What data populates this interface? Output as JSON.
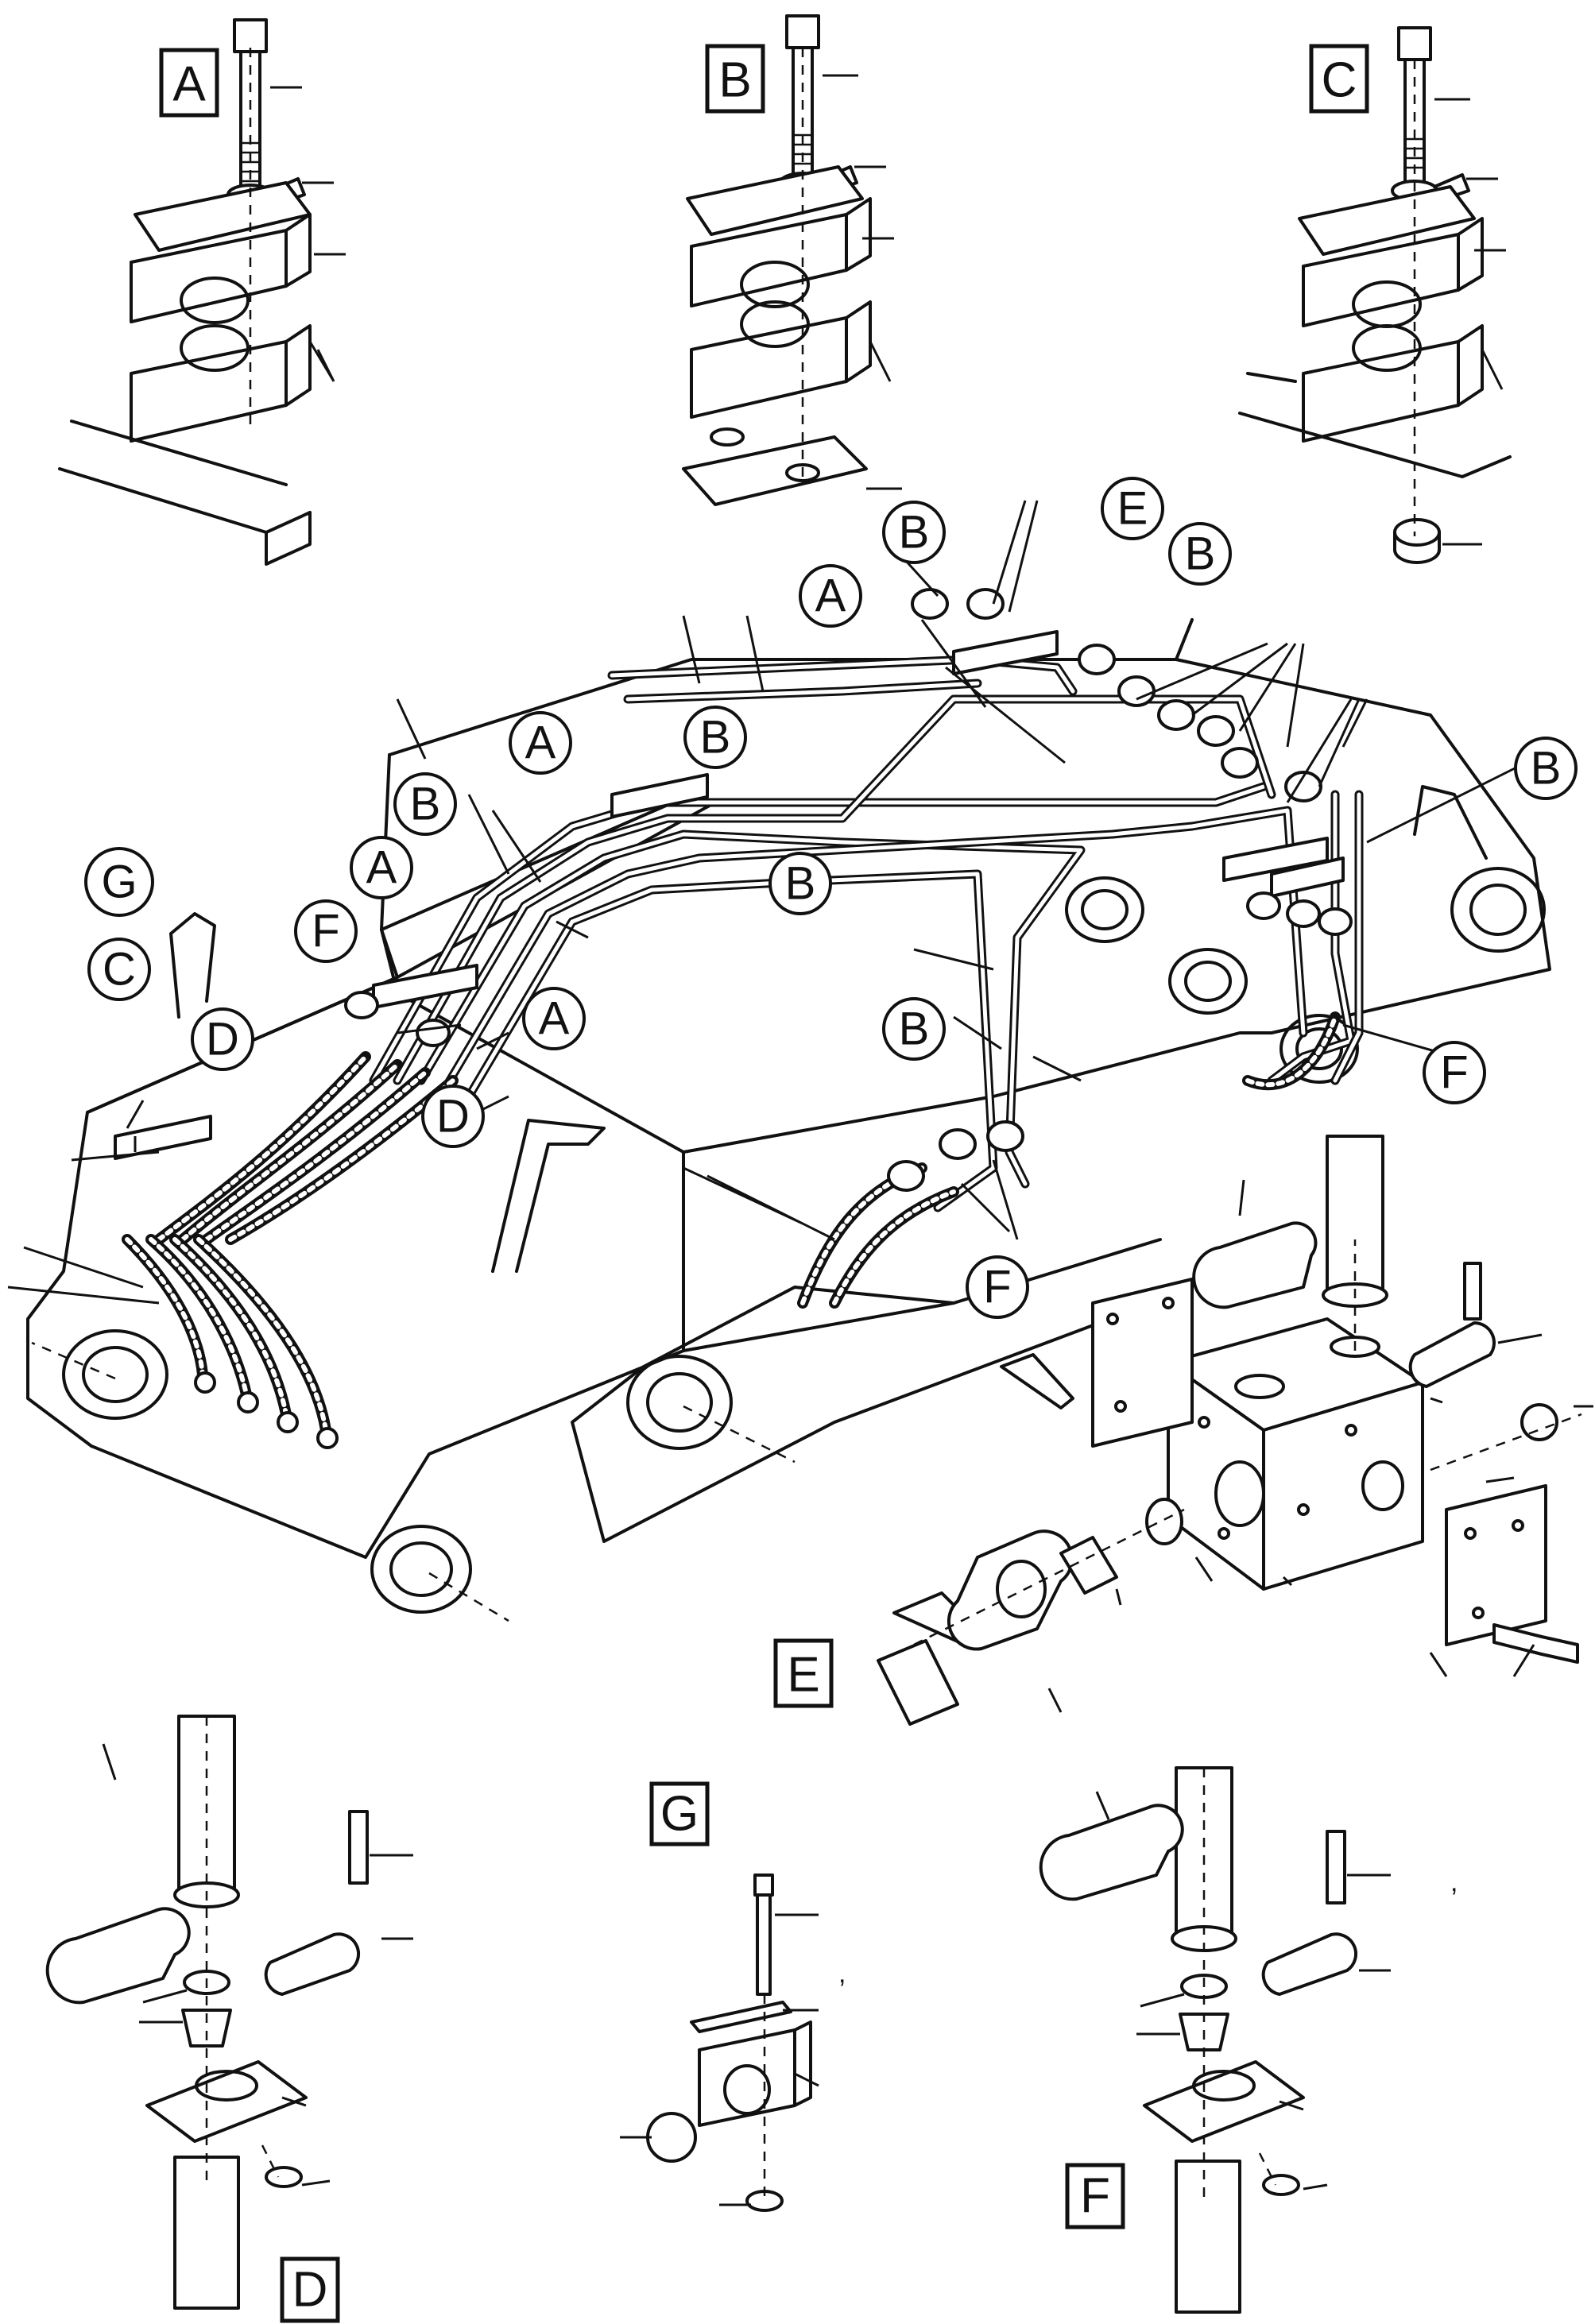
{
  "detail_labels": {
    "A": "A",
    "B": "B",
    "C": "C",
    "D": "D",
    "E": "E",
    "F": "F",
    "G": "G"
  },
  "callouts": [
    "A",
    "B",
    "C",
    "D",
    "E",
    "F",
    "G"
  ],
  "stray_marks": [
    ",",
    ","
  ],
  "colors": {
    "ink": "#111111",
    "paper": "#ffffff"
  }
}
